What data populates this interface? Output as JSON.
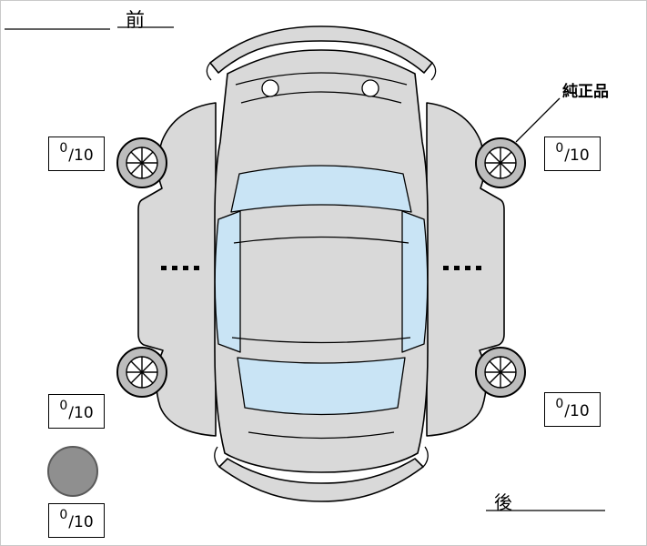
{
  "diagram": {
    "front_label": "前",
    "rear_label": "後",
    "genuine_part_label": "純正品",
    "tread": {
      "front_left": {
        "value": "0",
        "scale": "/10"
      },
      "front_right": {
        "value": "0",
        "scale": "/10"
      },
      "rear_left": {
        "value": "0",
        "scale": "/10"
      },
      "rear_right": {
        "value": "0",
        "scale": "/10"
      },
      "spare": {
        "value": "0",
        "scale": "/10"
      }
    },
    "colors": {
      "body": "#d9d9d9",
      "window": "#c9e4f5",
      "wheel": "#bdbdbd",
      "spare": "#8f8f8f",
      "spare_outline": "#5a5a5a",
      "outline": "#000000"
    }
  }
}
